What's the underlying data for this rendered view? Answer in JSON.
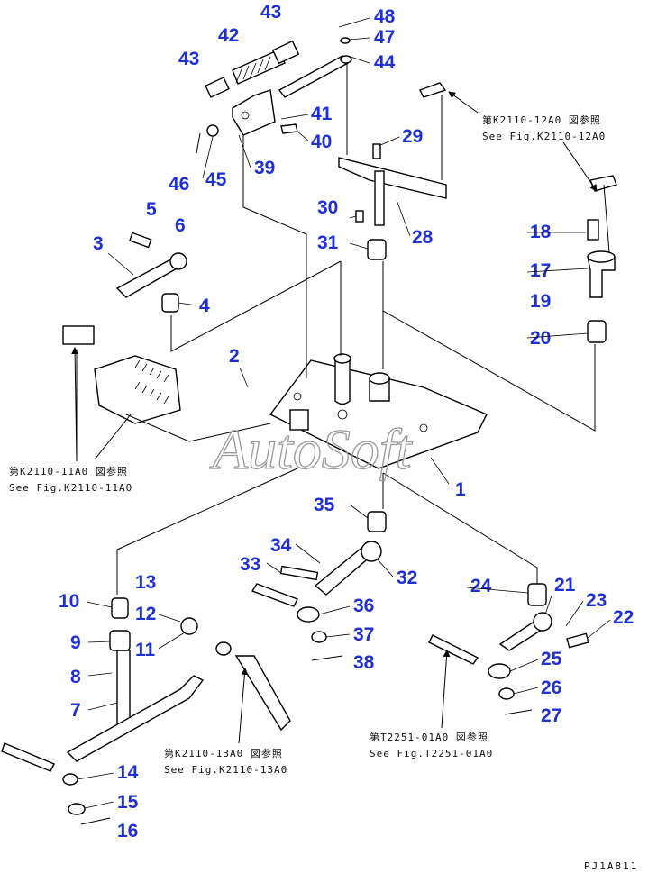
{
  "watermark": "AutoSoft",
  "drawing_code": "PJ1A811",
  "callouts": [
    "1",
    "2",
    "3",
    "4",
    "5",
    "6",
    "7",
    "8",
    "9",
    "10",
    "11",
    "12",
    "13",
    "14",
    "15",
    "16",
    "17",
    "18",
    "19",
    "20",
    "21",
    "22",
    "23",
    "24",
    "25",
    "26",
    "27",
    "28",
    "29",
    "30",
    "31",
    "32",
    "33",
    "34",
    "35",
    "36",
    "37",
    "38",
    "39",
    "40",
    "41",
    "42",
    "43",
    "43",
    "44",
    "45",
    "46",
    "47",
    "48"
  ],
  "references": [
    {
      "jp": "第K2110-12A0 図参照",
      "en": "See Fig.K2110-12A0"
    },
    {
      "jp": "第K2110-11A0 図参照",
      "en": "See Fig.K2110-11A0"
    },
    {
      "jp": "第K2110-13A0 図参照",
      "en": "See Fig.K2110-13A0"
    },
    {
      "jp": "第T2251-01A0 図参照",
      "en": "See Fig.T2251-01A0"
    }
  ]
}
